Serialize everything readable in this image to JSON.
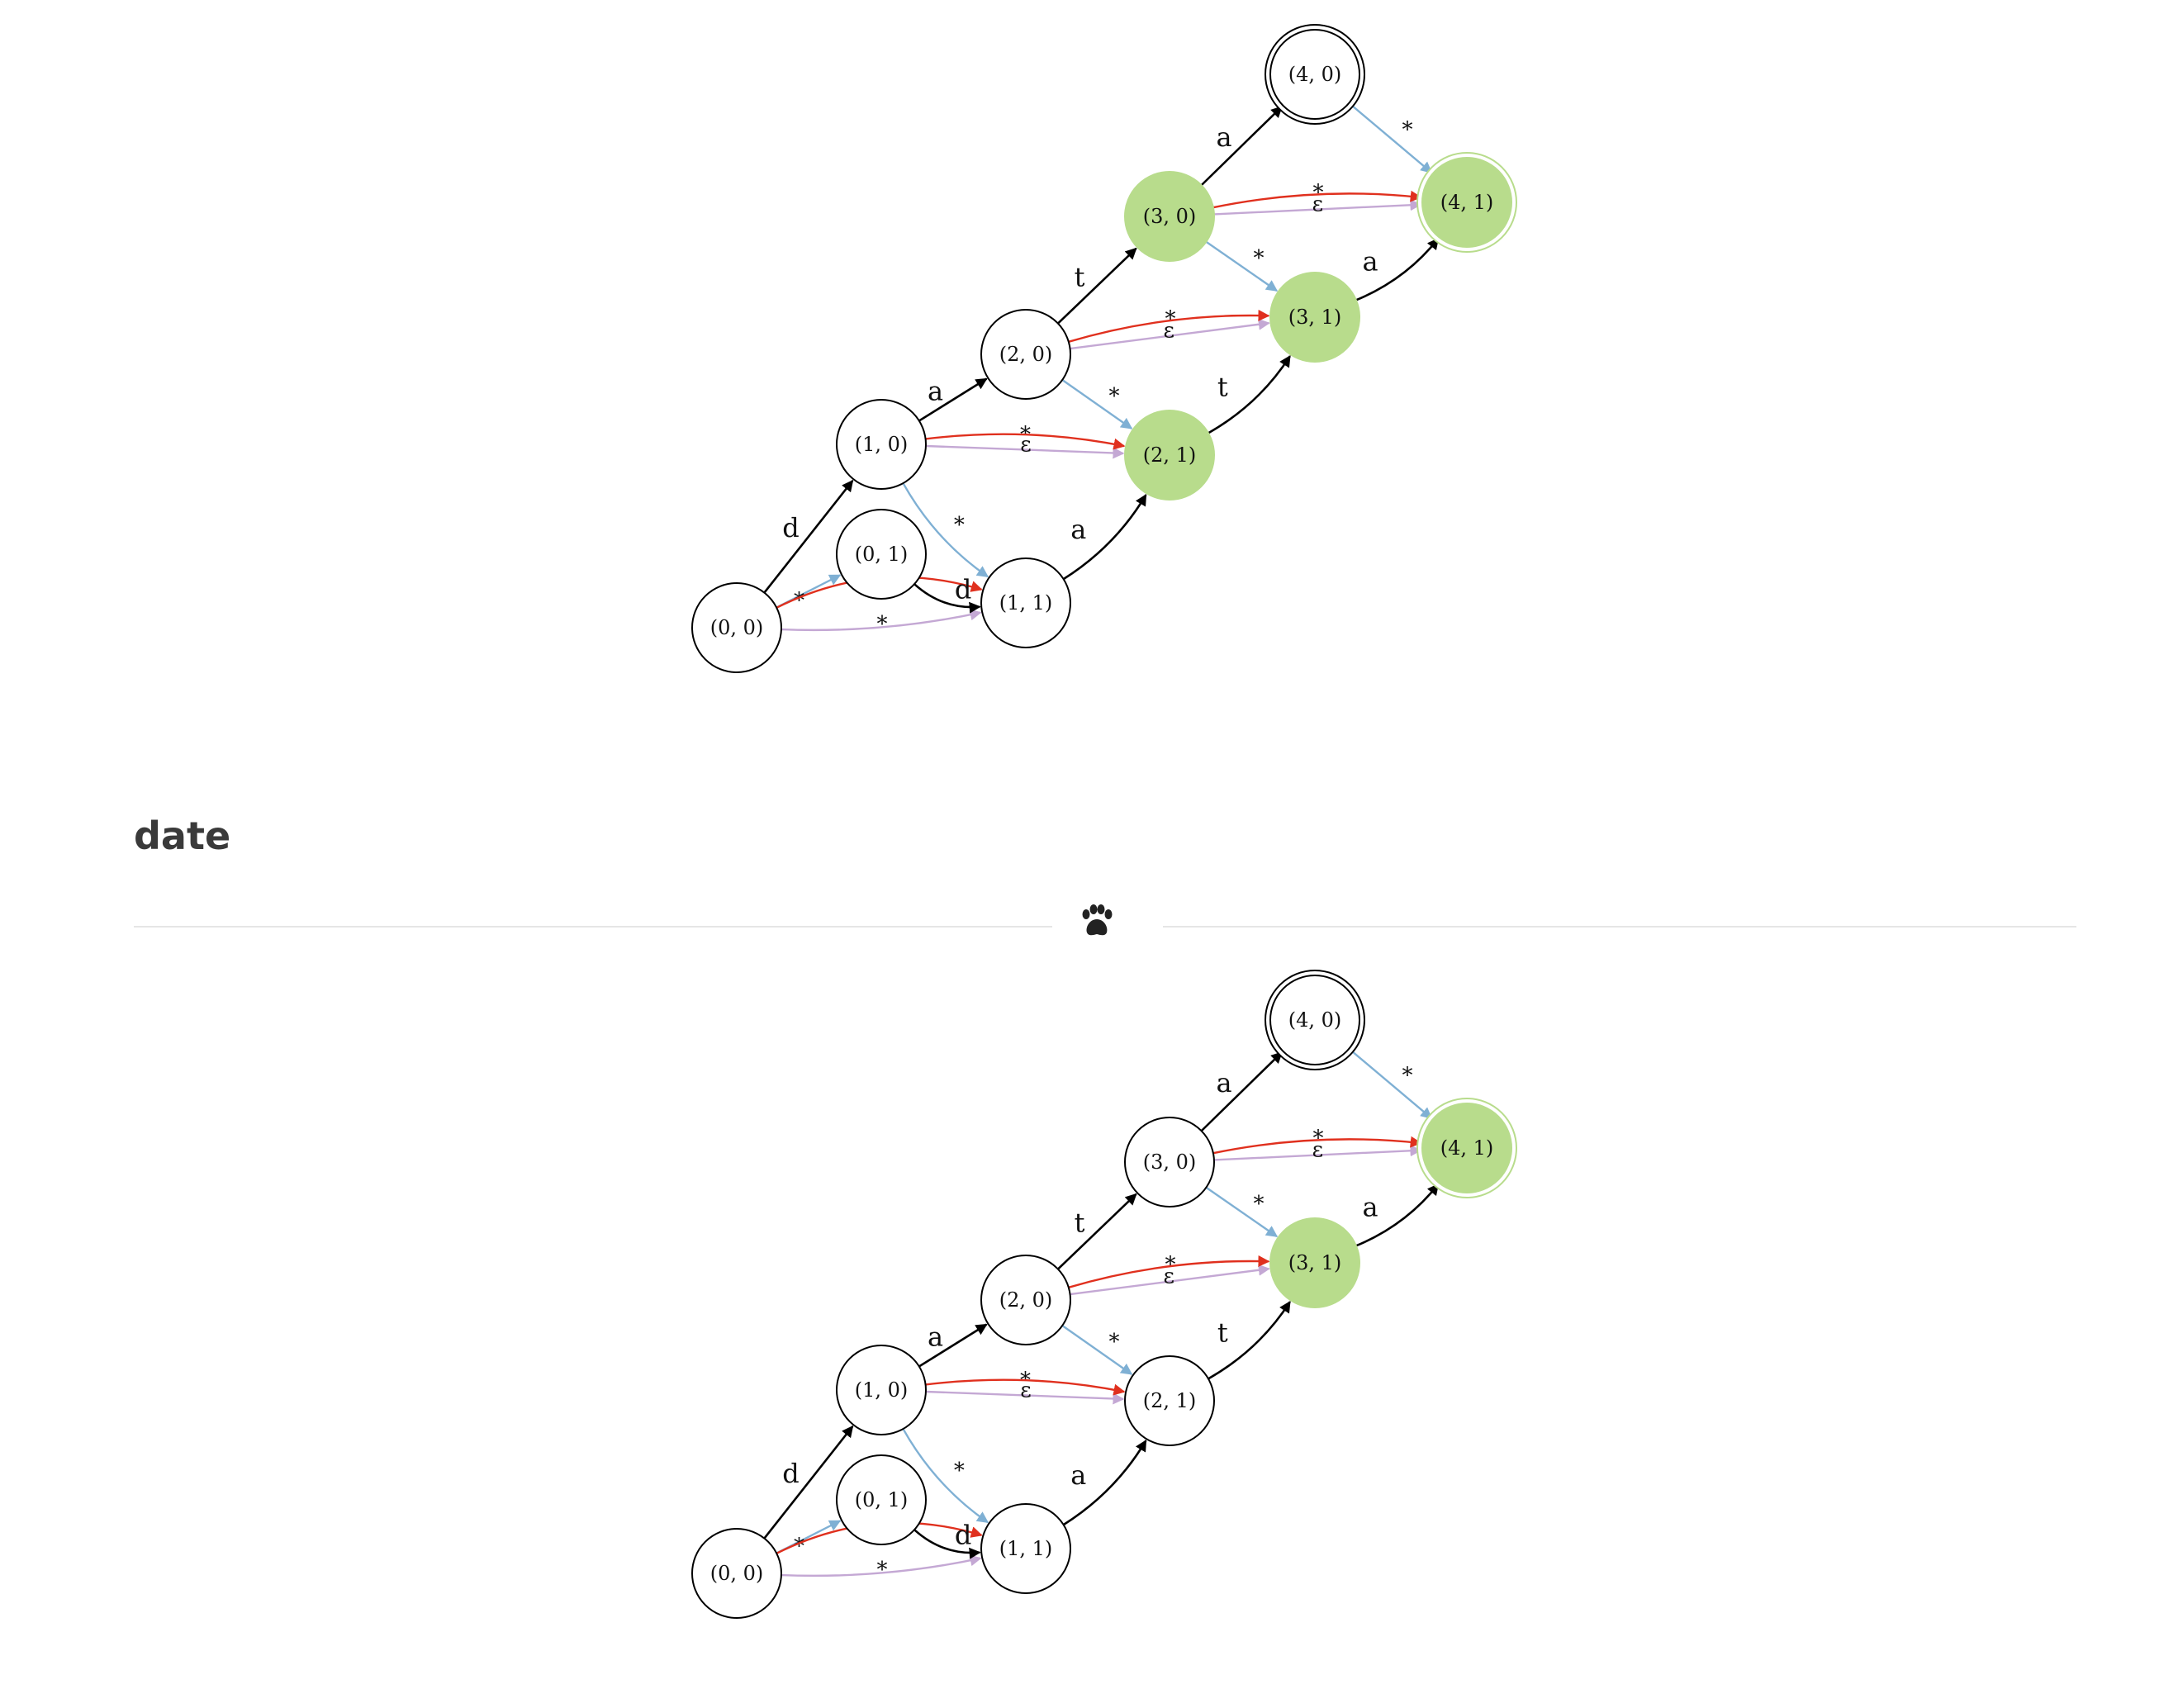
{
  "section_heading": "date",
  "divider_icon": "paw-icon",
  "colors": {
    "star_edge_to_next_state": "#7fb0d4",
    "star_edge_same_state": "#c4a8d4",
    "epsilon_edge": "#e0301e",
    "char_edge": "#000000",
    "active_node_fill": "#b8dc8c",
    "active_node_border": "#b8dc8c",
    "normal_node_fill": "#ffffff"
  },
  "diagrams": [
    {
      "nodes": [
        {
          "id": "00",
          "label": "(0, 0)",
          "accepting": false,
          "active": false
        },
        {
          "id": "01",
          "label": "(0, 1)",
          "accepting": false,
          "active": false
        },
        {
          "id": "10",
          "label": "(1, 0)",
          "accepting": false,
          "active": false
        },
        {
          "id": "11",
          "label": "(1, 1)",
          "accepting": false,
          "active": false
        },
        {
          "id": "20",
          "label": "(2, 0)",
          "accepting": false,
          "active": false
        },
        {
          "id": "21",
          "label": "(2, 1)",
          "accepting": false,
          "active": true
        },
        {
          "id": "30",
          "label": "(3, 0)",
          "accepting": false,
          "active": true
        },
        {
          "id": "31",
          "label": "(3, 1)",
          "accepting": false,
          "active": true
        },
        {
          "id": "40",
          "label": "(4, 0)",
          "accepting": true,
          "active": false
        },
        {
          "id": "41",
          "label": "(4, 1)",
          "accepting": true,
          "active": true
        }
      ],
      "edges": [
        {
          "from": "00",
          "to": "10",
          "label": "d",
          "kind": "char"
        },
        {
          "from": "00",
          "to": "01",
          "label": "*",
          "kind": "star-diag"
        },
        {
          "from": "00",
          "to": "11",
          "label": "*",
          "kind": "star"
        },
        {
          "from": "00",
          "to": "11",
          "label": "ε",
          "kind": "epsilon"
        },
        {
          "from": "01",
          "to": "11",
          "label": "d",
          "kind": "char"
        },
        {
          "from": "10",
          "to": "11",
          "label": "*",
          "kind": "star-diag"
        },
        {
          "from": "10",
          "to": "20",
          "label": "a",
          "kind": "char"
        },
        {
          "from": "10",
          "to": "21",
          "label": "*",
          "kind": "star"
        },
        {
          "from": "10",
          "to": "21",
          "label": "ε",
          "kind": "epsilon"
        },
        {
          "from": "11",
          "to": "21",
          "label": "a",
          "kind": "char"
        },
        {
          "from": "20",
          "to": "30",
          "label": "t",
          "kind": "char"
        },
        {
          "from": "20",
          "to": "21",
          "label": "*",
          "kind": "star-diag"
        },
        {
          "from": "20",
          "to": "31",
          "label": "*",
          "kind": "star"
        },
        {
          "from": "20",
          "to": "31",
          "label": "ε",
          "kind": "epsilon"
        },
        {
          "from": "21",
          "to": "31",
          "label": "t",
          "kind": "char"
        },
        {
          "from": "30",
          "to": "40",
          "label": "a",
          "kind": "char"
        },
        {
          "from": "30",
          "to": "31",
          "label": "*",
          "kind": "star-diag"
        },
        {
          "from": "30",
          "to": "41",
          "label": "*",
          "kind": "star"
        },
        {
          "from": "30",
          "to": "41",
          "label": "ε",
          "kind": "epsilon"
        },
        {
          "from": "31",
          "to": "41",
          "label": "a",
          "kind": "char"
        },
        {
          "from": "40",
          "to": "41",
          "label": "*",
          "kind": "star-diag"
        }
      ]
    },
    {
      "nodes": [
        {
          "id": "00",
          "label": "(0, 0)",
          "accepting": false,
          "active": false
        },
        {
          "id": "01",
          "label": "(0, 1)",
          "accepting": false,
          "active": false
        },
        {
          "id": "10",
          "label": "(1, 0)",
          "accepting": false,
          "active": false
        },
        {
          "id": "11",
          "label": "(1, 1)",
          "accepting": false,
          "active": false
        },
        {
          "id": "20",
          "label": "(2, 0)",
          "accepting": false,
          "active": false
        },
        {
          "id": "21",
          "label": "(2, 1)",
          "accepting": false,
          "active": false
        },
        {
          "id": "30",
          "label": "(3, 0)",
          "accepting": false,
          "active": false
        },
        {
          "id": "31",
          "label": "(3, 1)",
          "accepting": false,
          "active": true
        },
        {
          "id": "40",
          "label": "(4, 0)",
          "accepting": true,
          "active": false
        },
        {
          "id": "41",
          "label": "(4, 1)",
          "accepting": true,
          "active": true
        }
      ],
      "edges": [
        {
          "from": "00",
          "to": "10",
          "label": "d",
          "kind": "char"
        },
        {
          "from": "00",
          "to": "01",
          "label": "*",
          "kind": "star-diag"
        },
        {
          "from": "00",
          "to": "11",
          "label": "*",
          "kind": "star"
        },
        {
          "from": "00",
          "to": "11",
          "label": "ε",
          "kind": "epsilon"
        },
        {
          "from": "01",
          "to": "11",
          "label": "d",
          "kind": "char"
        },
        {
          "from": "10",
          "to": "11",
          "label": "*",
          "kind": "star-diag"
        },
        {
          "from": "10",
          "to": "20",
          "label": "a",
          "kind": "char"
        },
        {
          "from": "10",
          "to": "21",
          "label": "*",
          "kind": "star"
        },
        {
          "from": "10",
          "to": "21",
          "label": "ε",
          "kind": "epsilon"
        },
        {
          "from": "11",
          "to": "21",
          "label": "a",
          "kind": "char"
        },
        {
          "from": "20",
          "to": "30",
          "label": "t",
          "kind": "char"
        },
        {
          "from": "20",
          "to": "21",
          "label": "*",
          "kind": "star-diag"
        },
        {
          "from": "20",
          "to": "31",
          "label": "*",
          "kind": "star"
        },
        {
          "from": "20",
          "to": "31",
          "label": "ε",
          "kind": "epsilon"
        },
        {
          "from": "21",
          "to": "31",
          "label": "t",
          "kind": "char"
        },
        {
          "from": "30",
          "to": "40",
          "label": "a",
          "kind": "char"
        },
        {
          "from": "30",
          "to": "31",
          "label": "*",
          "kind": "star-diag"
        },
        {
          "from": "30",
          "to": "41",
          "label": "*",
          "kind": "star"
        },
        {
          "from": "30",
          "to": "41",
          "label": "ε",
          "kind": "epsilon"
        },
        {
          "from": "31",
          "to": "41",
          "label": "a",
          "kind": "char"
        },
        {
          "from": "40",
          "to": "41",
          "label": "*",
          "kind": "star-diag"
        }
      ]
    }
  ]
}
